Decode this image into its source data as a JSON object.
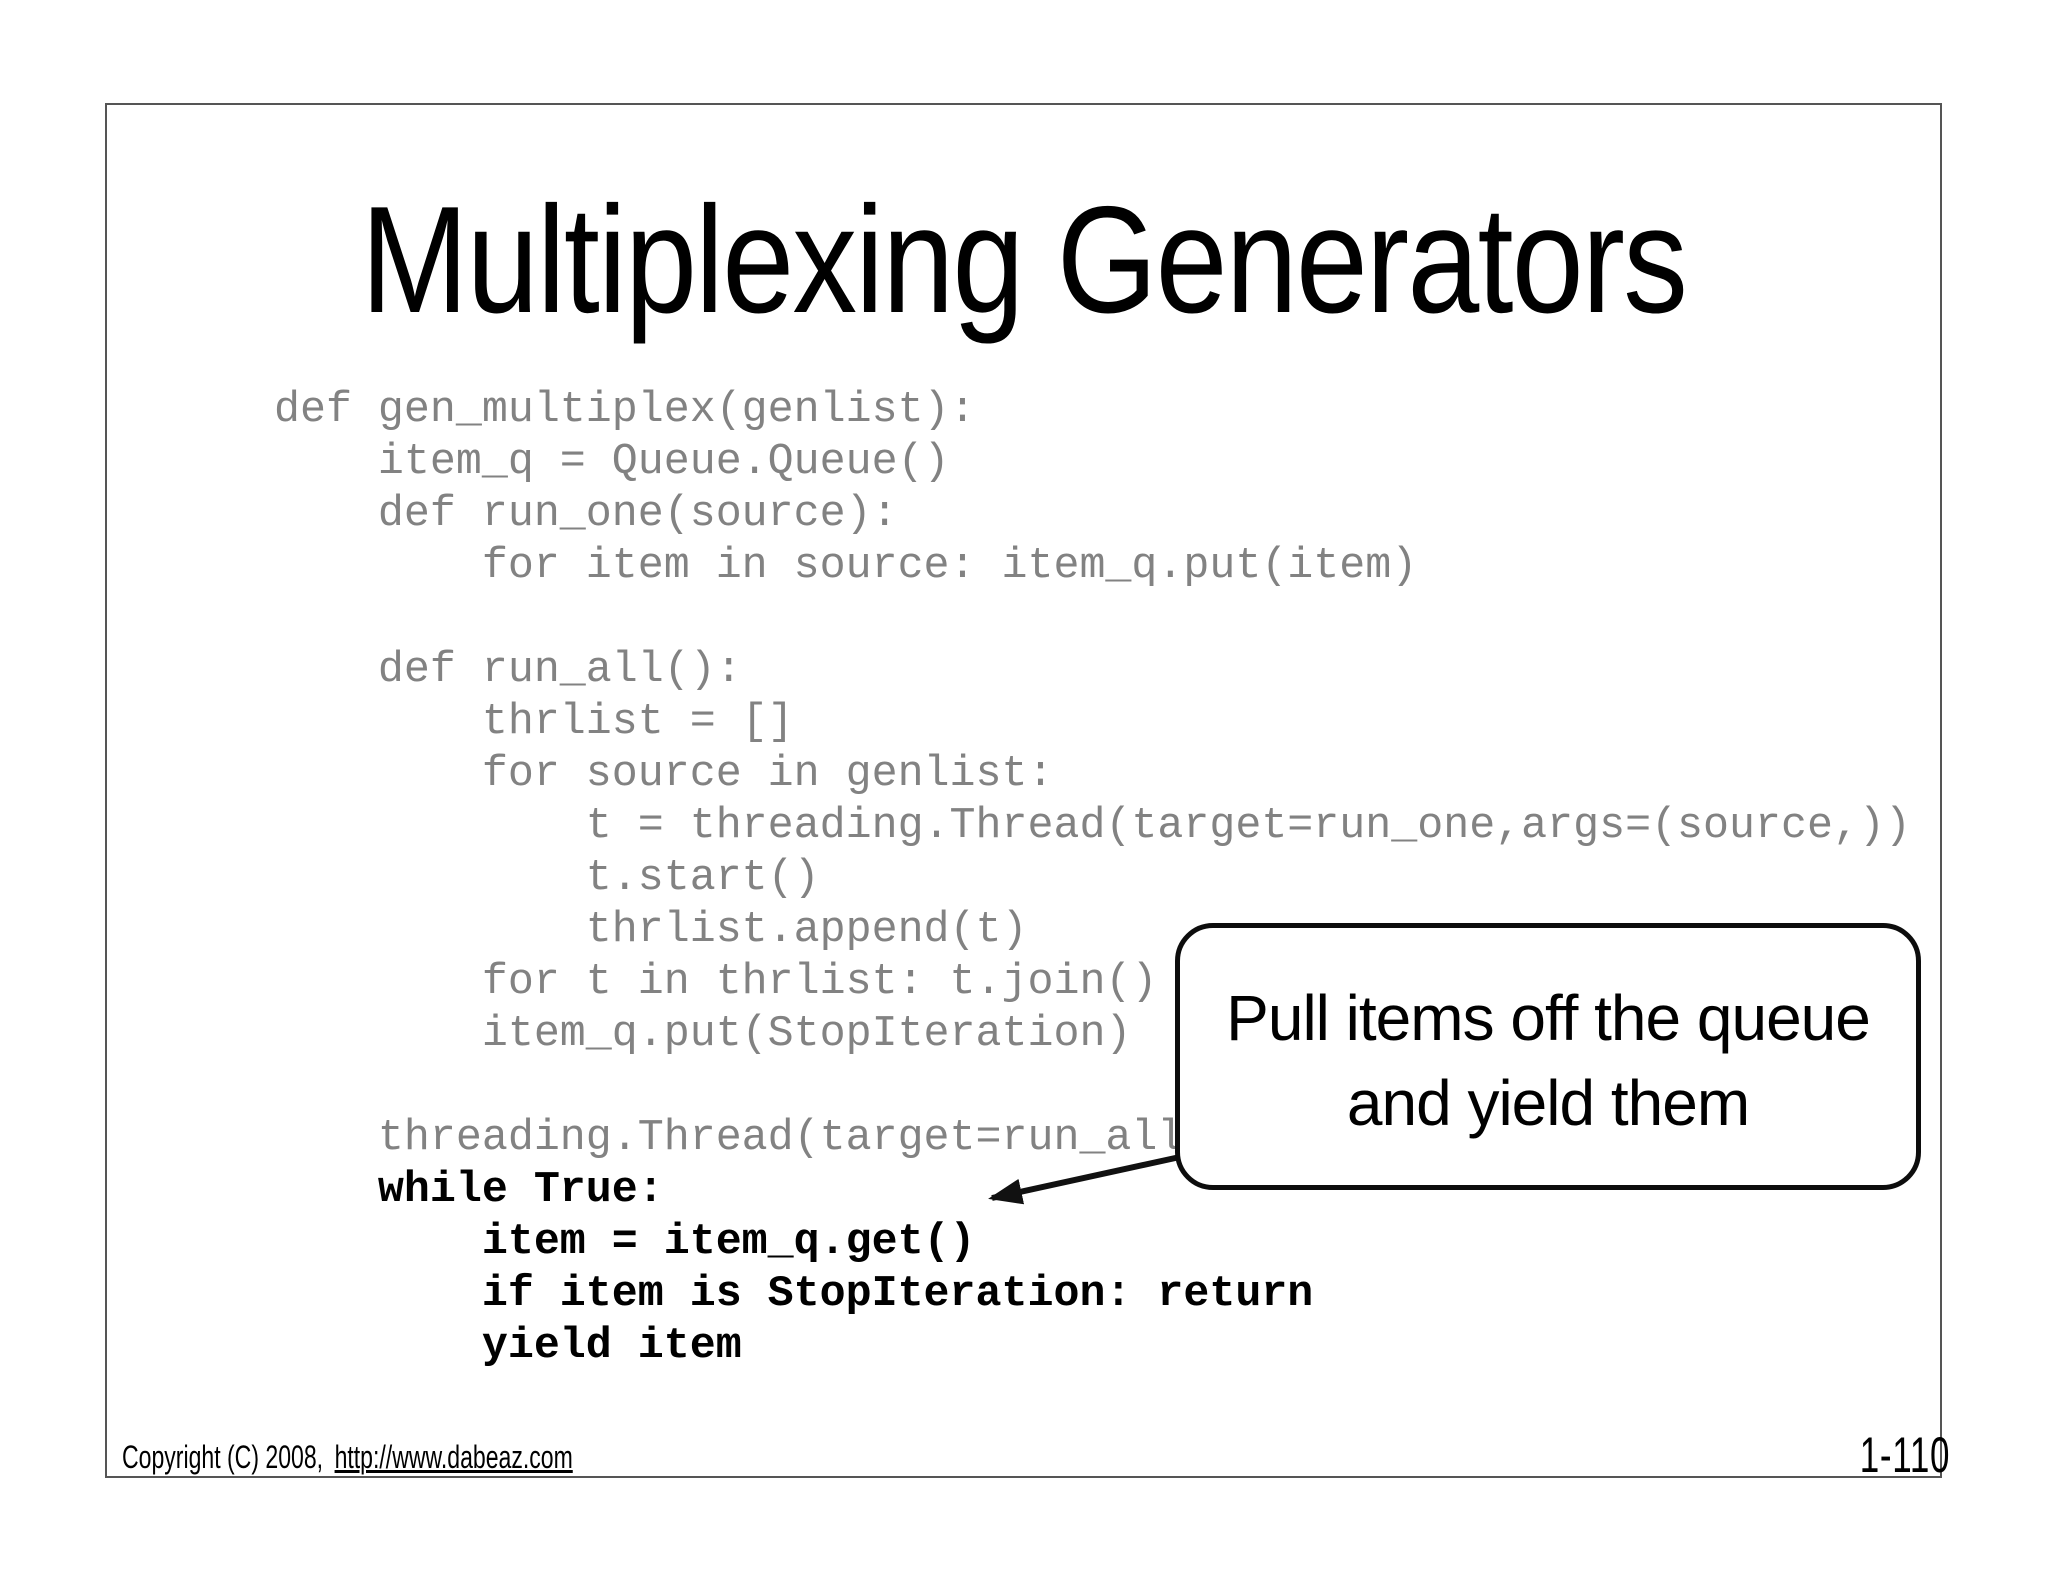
{
  "title": "Multiplexing Generators",
  "code": {
    "gray_color": "#828282",
    "bold_color": "#000000",
    "gray_lines": [
      "def gen_multiplex(genlist):",
      "    item_q = Queue.Queue()",
      "    def run_one(source):",
      "        for item in source: item_q.put(item)",
      "",
      "    def run_all():",
      "        thrlist = []",
      "        for source in genlist:",
      "            t = threading.Thread(target=run_one,args=(source,))",
      "            t.start()",
      "            thrlist.append(t)",
      "        for t in thrlist: t.join()",
      "        item_q.put(StopIteration)",
      "",
      "    threading.Thread(target=run_all"
    ],
    "bold_lines": [
      "    while True:",
      "        item = item_q.get()",
      "        if item is StopIteration: return",
      "        yield item"
    ]
  },
  "callout": {
    "line1": "Pull items off the queue",
    "line2": "and yield them"
  },
  "footer": {
    "copyright": "Copyright (C) 2008,",
    "link": "http://www.dabeaz.com"
  },
  "page_number": "1-110"
}
